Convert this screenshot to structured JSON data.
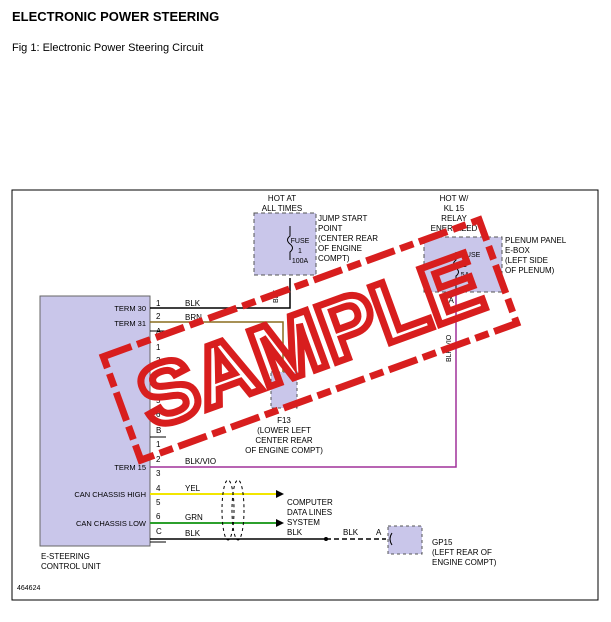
{
  "header": {
    "title": "ELECTRONIC POWER STEERING",
    "figure_caption": "Fig 1: Electronic Power Steering Circuit"
  },
  "labels": {
    "hot_at_1": "HOT AT",
    "hot_at_2": "ALL TIMES",
    "hot_w_1": "HOT W/",
    "hot_w_2": "KL 15",
    "hot_w_3": "RELAY",
    "hot_w_4": "ENERGIZED",
    "jump_1": "JUMP START",
    "jump_2": "POINT",
    "jump_3": "(CENTER REAR",
    "jump_4": "OF ENGINE",
    "jump_5": "COMPT)",
    "fuse1_1": "FUSE",
    "fuse1_2": "1",
    "fuse1_3": "100A",
    "fuse2_1": "FUSE",
    "fuse2_2": "1",
    "fuse2_3": "5A",
    "plenum_1": "PLENUM PANEL",
    "plenum_2": "E-BOX",
    "plenum_3": "(LEFT SIDE",
    "plenum_4": "OF PLENUM)",
    "pin_1a": "1A",
    "wire_blk_v": "BLK",
    "wire_blkvio_v": "BLK/VIO",
    "term30": "TERM 30",
    "term31": "TERM 31",
    "term15": "TERM 15",
    "can_high": "CAN CHASSIS HIGH",
    "can_low": "CAN CHASSIS LOW",
    "ecu_1": "E-STEERING",
    "ecu_2": "CONTROL UNIT",
    "diagram_id": "464624",
    "pins": [
      "1",
      "2",
      "A",
      "1",
      "2",
      "3",
      "4",
      "5",
      "6",
      "B",
      "1",
      "2",
      "3",
      "4",
      "5",
      "6",
      "C"
    ],
    "wire_blk_1": "BLK",
    "wire_brn": "BRN",
    "wire_blkvio": "BLK/VIO",
    "wire_yel": "YEL",
    "wire_grn": "GRN",
    "wire_blk_c": "BLK",
    "wire_blk_ground": "BLK",
    "conn_a": "A",
    "ground_f13": "F13",
    "ground_f13_1": "(LOWER LEFT",
    "ground_f13_2": "CENTER REAR",
    "ground_f13_3": "OF ENGINE COMPT)",
    "gp15": "GP15",
    "gp15_1": "(LEFT REAR OF",
    "gp15_2": "ENGINE COMPT)",
    "computer_1": "COMPUTER",
    "computer_2": "DATA LINES",
    "computer_3": "SYSTEM",
    "computer_4": "BLK",
    "watermark": "SAMPLE"
  },
  "colors": {
    "purple_wire": "#a0309a",
    "yellow_wire": "#f2e600",
    "green_wire": "#2ca02c",
    "brown_wire": "#8a6d1e",
    "box_fill": "#c9c6ea",
    "stamp_red": "#d81e1e"
  }
}
